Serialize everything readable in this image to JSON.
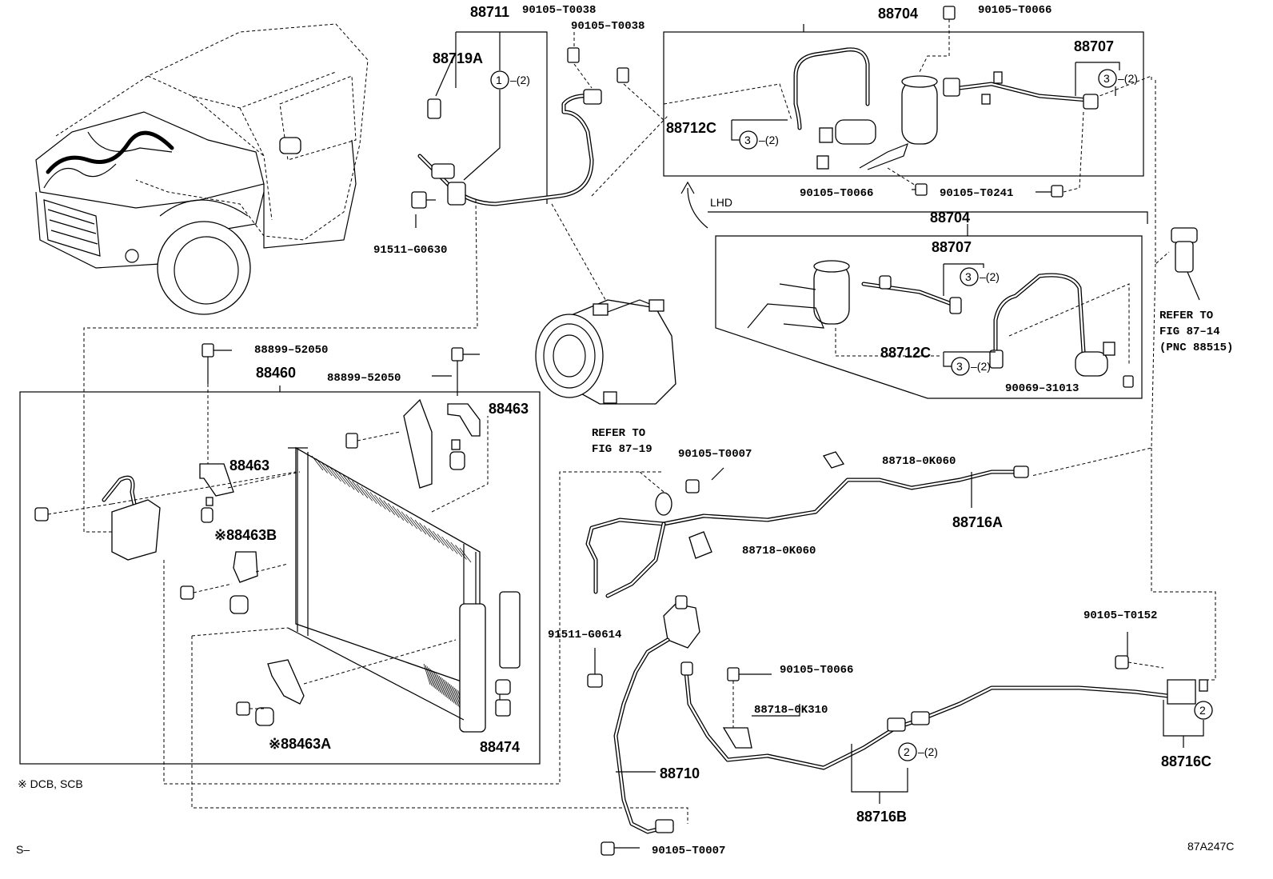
{
  "diagram": {
    "figure_code": "87A247C",
    "corner_mark": "S–",
    "footnote": "※ DCB, SCB",
    "lhd_tag": "LHD",
    "labels": {
      "p88711": "88711",
      "p90105_T0038_a": "90105–T0038",
      "p90105_T0038_b": "90105–T0038",
      "p88704_top": "88704",
      "p90105_T0066_top": "90105–T0066",
      "p88707_top": "88707",
      "p88719A": "88719A",
      "p88712C_top": "88712C",
      "p90105_T0066_mid": "90105–T0066",
      "p90105_T0241": "90105–T0241",
      "p91511_G0630": "91511–G0630",
      "p88704_lhd": "88704",
      "p88707_lhd": "88707",
      "p88712C_lhd": "88712C",
      "p90069_31013": "90069–31013",
      "refer_87_14_a": "REFER TO",
      "refer_87_14_b": "FIG 87–14",
      "refer_87_14_c": "(PNC 88515)",
      "p88899_52050_a": "88899–52050",
      "p88899_52050_b": "88899–52050",
      "p88460": "88460",
      "p88463_a": "88463",
      "p88463_b": "88463",
      "p88463B": "※88463B",
      "p88463A": "※88463A",
      "p88474": "88474",
      "refer_87_19_a": "REFER TO",
      "refer_87_19_b": "FIG 87–19",
      "p90105_T0007_a": "90105–T0007",
      "p88718_0K060_a": "88718–0K060",
      "p88716A": "88716A",
      "p88718_0K060_b": "88718–0K060",
      "p91511_G0614": "91511–G0614",
      "p90105_T0066_low": "90105–T0066",
      "p88718_0K310": "88718–0K310",
      "p90105_T0152": "90105–T0152",
      "p88716C": "88716C",
      "p88710": "88710",
      "p88716B": "88716B",
      "p90105_T0007_b": "90105–T0007"
    },
    "callouts": {
      "one": "1",
      "two": "2",
      "three": "3",
      "qty": "–(2)"
    }
  }
}
